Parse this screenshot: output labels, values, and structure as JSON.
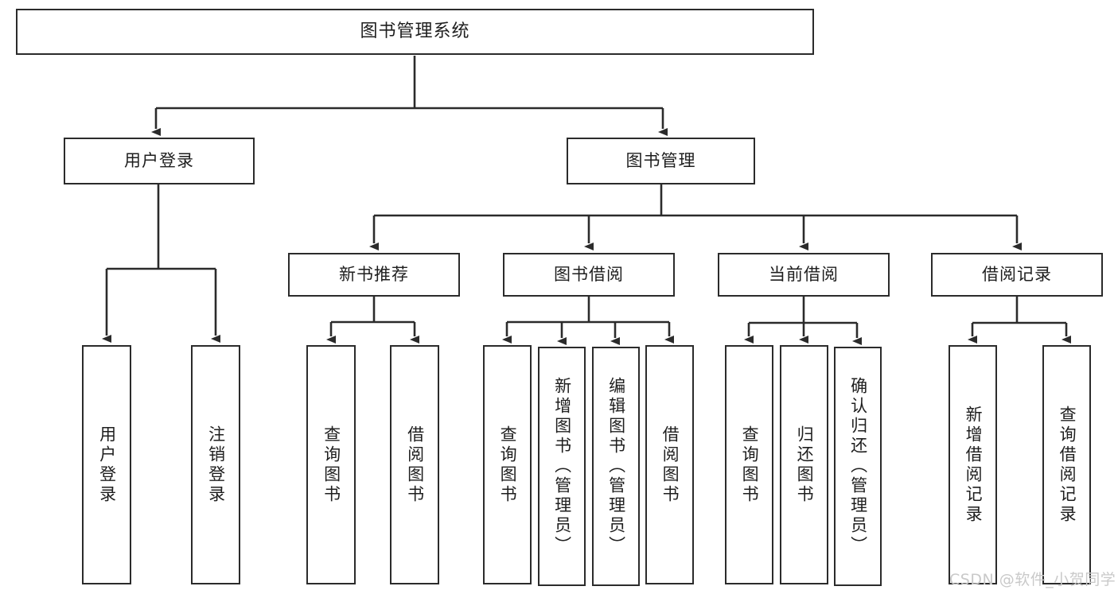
{
  "diagram": {
    "title": "图书管理系统",
    "type": "tree-hierarchy-chart",
    "root": {
      "label": "图书管理系统"
    },
    "level2": {
      "user_login": "用户登录",
      "book_manage": "图书管理"
    },
    "level3": {
      "new_book_recommend": "新书推荐",
      "book_borrow": "图书借阅",
      "current_borrow": "当前借阅",
      "borrow_record": "借阅记录"
    },
    "leaves": {
      "user_login_children": [
        "用户登录",
        "注销登录"
      ],
      "new_book_recommend_children": [
        "查询图书",
        "借阅图书"
      ],
      "book_borrow_children": [
        "查询图书",
        "新增图书（管理员）",
        "编辑图书（管理员）",
        "借阅图书"
      ],
      "current_borrow_children": [
        "查询图书",
        "归还图书",
        "确认归还（管理员）"
      ],
      "borrow_record_children": [
        "新增借阅记录",
        "查询借阅记录"
      ]
    },
    "colors": {
      "border": "#2b2b2b",
      "text": "#1e1e1e",
      "background": "#ffffff",
      "edge": "#2b2b2b",
      "watermark": "#c9c9c9"
    }
  },
  "watermark": {
    "text": "CSDN @软件_小贺同学"
  }
}
